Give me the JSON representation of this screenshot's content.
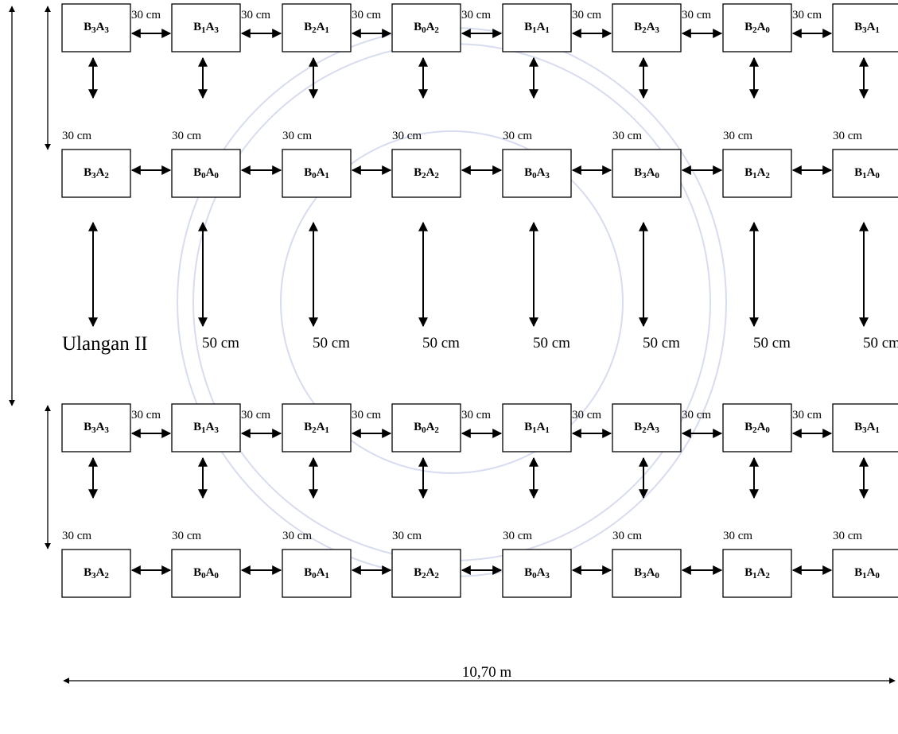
{
  "replicate_label": "Ulangan II",
  "total_width_label": "10,70 m",
  "spacing_labels": {
    "horizontal": "30 cm",
    "vertical_row": "30 cm",
    "between_rows": "50 cm"
  },
  "blocks": [
    {
      "rows": [
        [
          {
            "b": "3",
            "a": "3"
          },
          {
            "b": "1",
            "a": "3"
          },
          {
            "b": "2",
            "a": "1"
          },
          {
            "b": "0",
            "a": "2"
          },
          {
            "b": "1",
            "a": "1"
          },
          {
            "b": "2",
            "a": "3"
          },
          {
            "b": "2",
            "a": "0"
          },
          {
            "b": "3",
            "a": "1"
          }
        ],
        [
          {
            "b": "3",
            "a": "2"
          },
          {
            "b": "0",
            "a": "0"
          },
          {
            "b": "0",
            "a": "1"
          },
          {
            "b": "2",
            "a": "2"
          },
          {
            "b": "0",
            "a": "3"
          },
          {
            "b": "3",
            "a": "0"
          },
          {
            "b": "1",
            "a": "2"
          },
          {
            "b": "1",
            "a": "0"
          }
        ]
      ]
    },
    {
      "rows": [
        [
          {
            "b": "3",
            "a": "3"
          },
          {
            "b": "1",
            "a": "3"
          },
          {
            "b": "2",
            "a": "1"
          },
          {
            "b": "0",
            "a": "2"
          },
          {
            "b": "1",
            "a": "1"
          },
          {
            "b": "2",
            "a": "3"
          },
          {
            "b": "2",
            "a": "0"
          },
          {
            "b": "3",
            "a": "1"
          }
        ],
        [
          {
            "b": "3",
            "a": "2"
          },
          {
            "b": "0",
            "a": "0"
          },
          {
            "b": "0",
            "a": "1"
          },
          {
            "b": "2",
            "a": "2"
          },
          {
            "b": "0",
            "a": "3"
          },
          {
            "b": "3",
            "a": "0"
          },
          {
            "b": "1",
            "a": "2"
          },
          {
            "b": "1",
            "a": "0"
          }
        ]
      ]
    }
  ]
}
